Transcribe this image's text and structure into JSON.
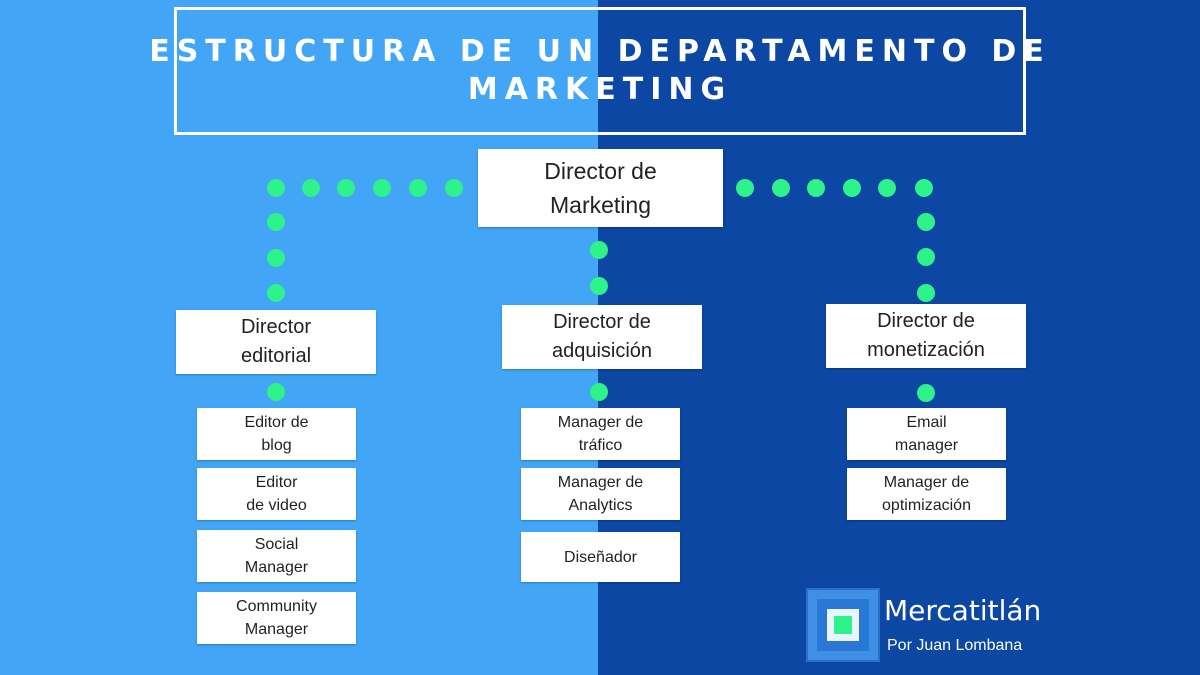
{
  "title": {
    "line1": "ESTRUCTURA DE UN DEPARTAMENTO DE",
    "line2": "MARKETING"
  },
  "nodes": {
    "director_marketing": "Director de\nMarketing",
    "director_editorial": "Director\neditorial",
    "director_adquisicion": "Director de\nadquisición",
    "director_monetizacion": "Director de\nmonetización",
    "editor_blog": "Editor de\nblog",
    "editor_video": "Editor\nde video",
    "social_manager": "Social\nManager",
    "community_manager": "Community\nManager",
    "manager_trafico": "Manager de\ntráfico",
    "manager_analytics": "Manager de\nAnalytics",
    "disenador": "Diseñador",
    "email_manager": "Email\nmanager",
    "manager_optimizacion": "Manager de\noptimización"
  },
  "brand": {
    "name": "Mercatitlán",
    "byline": "Por Juan Lombana"
  },
  "colors": {
    "left_background": "#42a5f5",
    "right_background": "#0b47a3",
    "connector_dots": "#2ef28a",
    "box_fill": "#ffffff"
  }
}
